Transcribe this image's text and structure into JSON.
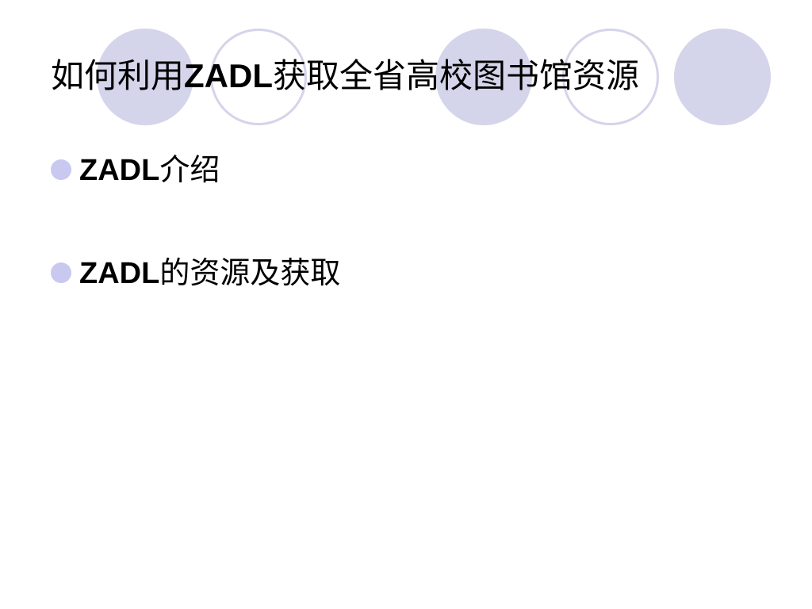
{
  "slide": {
    "title": {
      "prefix": "如何利用",
      "latin": "ZADL",
      "suffix": "获取全省高校图书馆资源"
    },
    "bullets": [
      {
        "latin": "ZADL",
        "rest": "介绍"
      },
      {
        "latin": "ZADL",
        "rest": "的资源及获取"
      }
    ]
  },
  "colors": {
    "decor_circle": "#d4d4ea",
    "bullet_dot": "#c8c8f0",
    "text": "#000000",
    "background": "#ffffff"
  }
}
